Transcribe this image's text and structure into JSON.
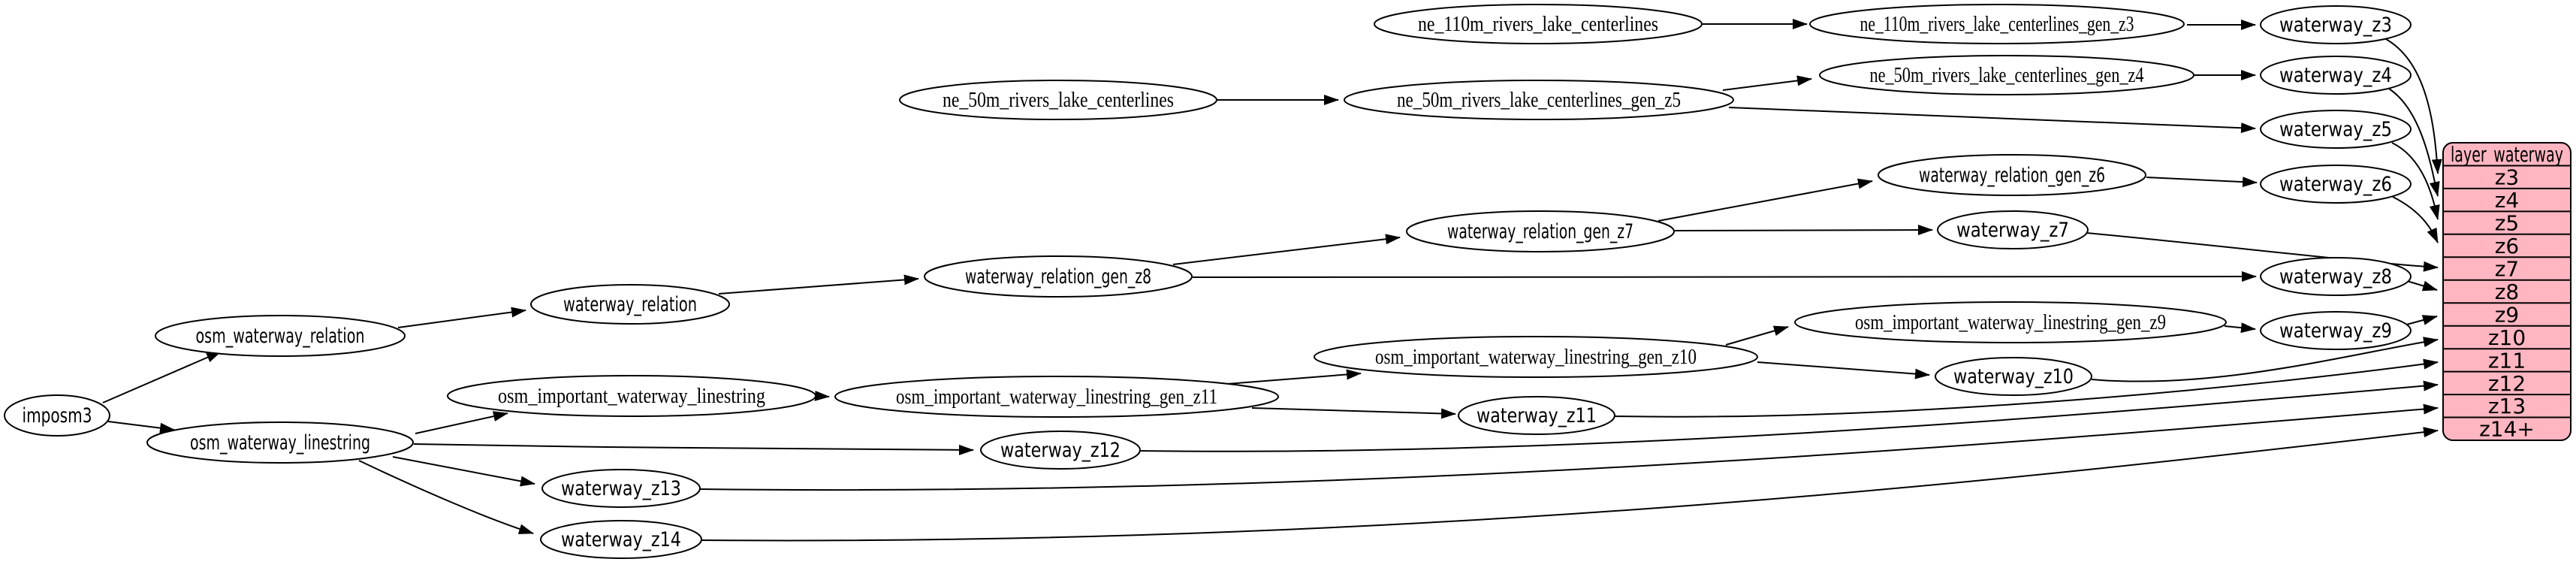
{
  "diagram": {
    "type": "etl-dependency-graph",
    "colors": {
      "node_fill": "#ffffff",
      "record_fill": "#ffb6c1",
      "stroke": "#000000",
      "bg": "#ffffff"
    },
    "nodes": {
      "imposm3": {
        "label": "imposm3"
      },
      "osm_waterway_relation": {
        "label": "osm_waterway_relation"
      },
      "osm_waterway_linestring": {
        "label": "osm_waterway_linestring"
      },
      "waterway_relation": {
        "label": "waterway_relation"
      },
      "waterway_relation_gen_z8": {
        "label": "waterway_relation_gen_z8"
      },
      "waterway_relation_gen_z7": {
        "label": "waterway_relation_gen_z7"
      },
      "waterway_relation_gen_z6": {
        "label": "waterway_relation_gen_z6"
      },
      "osm_important_waterway_linestring": {
        "label": "osm_important_waterway_linestring"
      },
      "osm_important_waterway_linestring_gen_z11": {
        "label": "osm_important_waterway_linestring_gen_z11"
      },
      "osm_important_waterway_linestring_gen_z10": {
        "label": "osm_important_waterway_linestring_gen_z10"
      },
      "osm_important_waterway_linestring_gen_z9": {
        "label": "osm_important_waterway_linestring_gen_z9"
      },
      "ne_110m_rivers_lake_centerlines": {
        "label": "ne_110m_rivers_lake_centerlines"
      },
      "ne_110m_rivers_lake_centerlines_gen_z3": {
        "label": "ne_110m_rivers_lake_centerlines_gen_z3"
      },
      "ne_50m_rivers_lake_centerlines": {
        "label": "ne_50m_rivers_lake_centerlines"
      },
      "ne_50m_rivers_lake_centerlines_gen_z5": {
        "label": "ne_50m_rivers_lake_centerlines_gen_z5"
      },
      "ne_50m_rivers_lake_centerlines_gen_z4": {
        "label": "ne_50m_rivers_lake_centerlines_gen_z4"
      },
      "waterway_z3": {
        "label": "waterway_z3"
      },
      "waterway_z4": {
        "label": "waterway_z4"
      },
      "waterway_z5": {
        "label": "waterway_z5"
      },
      "waterway_z6": {
        "label": "waterway_z6"
      },
      "waterway_z7": {
        "label": "waterway_z7"
      },
      "waterway_z8": {
        "label": "waterway_z8"
      },
      "waterway_z9": {
        "label": "waterway_z9"
      },
      "waterway_z10": {
        "label": "waterway_z10"
      },
      "waterway_z11": {
        "label": "waterway_z11"
      },
      "waterway_z12": {
        "label": "waterway_z12"
      },
      "waterway_z13": {
        "label": "waterway_z13"
      },
      "waterway_z14": {
        "label": "waterway_z14"
      }
    },
    "record": {
      "title": "layer_waterway",
      "rows": [
        "z3",
        "z4",
        "z5",
        "z6",
        "z7",
        "z8",
        "z9",
        "z10",
        "z11",
        "z12",
        "z13",
        "z14+"
      ]
    },
    "edges": [
      {
        "from": "imposm3",
        "to": "osm_waterway_relation"
      },
      {
        "from": "imposm3",
        "to": "osm_waterway_linestring"
      },
      {
        "from": "osm_waterway_relation",
        "to": "waterway_relation"
      },
      {
        "from": "waterway_relation",
        "to": "waterway_relation_gen_z8"
      },
      {
        "from": "waterway_relation_gen_z8",
        "to": "waterway_relation_gen_z7"
      },
      {
        "from": "waterway_relation_gen_z8",
        "to": "waterway_z8"
      },
      {
        "from": "waterway_relation_gen_z7",
        "to": "waterway_relation_gen_z6"
      },
      {
        "from": "waterway_relation_gen_z7",
        "to": "waterway_z7"
      },
      {
        "from": "waterway_relation_gen_z6",
        "to": "waterway_z6"
      },
      {
        "from": "osm_waterway_linestring",
        "to": "osm_important_waterway_linestring"
      },
      {
        "from": "osm_waterway_linestring",
        "to": "waterway_z12"
      },
      {
        "from": "osm_waterway_linestring",
        "to": "waterway_z13"
      },
      {
        "from": "osm_waterway_linestring",
        "to": "waterway_z14"
      },
      {
        "from": "osm_important_waterway_linestring",
        "to": "osm_important_waterway_linestring_gen_z11"
      },
      {
        "from": "osm_important_waterway_linestring_gen_z11",
        "to": "osm_important_waterway_linestring_gen_z10"
      },
      {
        "from": "osm_important_waterway_linestring_gen_z11",
        "to": "waterway_z11"
      },
      {
        "from": "osm_important_waterway_linestring_gen_z10",
        "to": "osm_important_waterway_linestring_gen_z9"
      },
      {
        "from": "osm_important_waterway_linestring_gen_z10",
        "to": "waterway_z10"
      },
      {
        "from": "osm_important_waterway_linestring_gen_z9",
        "to": "waterway_z9"
      },
      {
        "from": "ne_110m_rivers_lake_centerlines",
        "to": "ne_110m_rivers_lake_centerlines_gen_z3"
      },
      {
        "from": "ne_110m_rivers_lake_centerlines_gen_z3",
        "to": "waterway_z3"
      },
      {
        "from": "ne_50m_rivers_lake_centerlines",
        "to": "ne_50m_rivers_lake_centerlines_gen_z5"
      },
      {
        "from": "ne_50m_rivers_lake_centerlines_gen_z5",
        "to": "ne_50m_rivers_lake_centerlines_gen_z4"
      },
      {
        "from": "ne_50m_rivers_lake_centerlines_gen_z5",
        "to": "waterway_z5"
      },
      {
        "from": "ne_50m_rivers_lake_centerlines_gen_z4",
        "to": "waterway_z4"
      },
      {
        "from": "waterway_z3",
        "to": "layer_waterway",
        "port": "z3"
      },
      {
        "from": "waterway_z4",
        "to": "layer_waterway",
        "port": "z4"
      },
      {
        "from": "waterway_z5",
        "to": "layer_waterway",
        "port": "z5"
      },
      {
        "from": "waterway_z6",
        "to": "layer_waterway",
        "port": "z6"
      },
      {
        "from": "waterway_z7",
        "to": "layer_waterway",
        "port": "z7"
      },
      {
        "from": "waterway_z8",
        "to": "layer_waterway",
        "port": "z8"
      },
      {
        "from": "waterway_z9",
        "to": "layer_waterway",
        "port": "z9"
      },
      {
        "from": "waterway_z10",
        "to": "layer_waterway",
        "port": "z10"
      },
      {
        "from": "waterway_z11",
        "to": "layer_waterway",
        "port": "z11"
      },
      {
        "from": "waterway_z12",
        "to": "layer_waterway",
        "port": "z12"
      },
      {
        "from": "waterway_z13",
        "to": "layer_waterway",
        "port": "z13"
      },
      {
        "from": "waterway_z14",
        "to": "layer_waterway",
        "port": "z14+"
      }
    ]
  }
}
